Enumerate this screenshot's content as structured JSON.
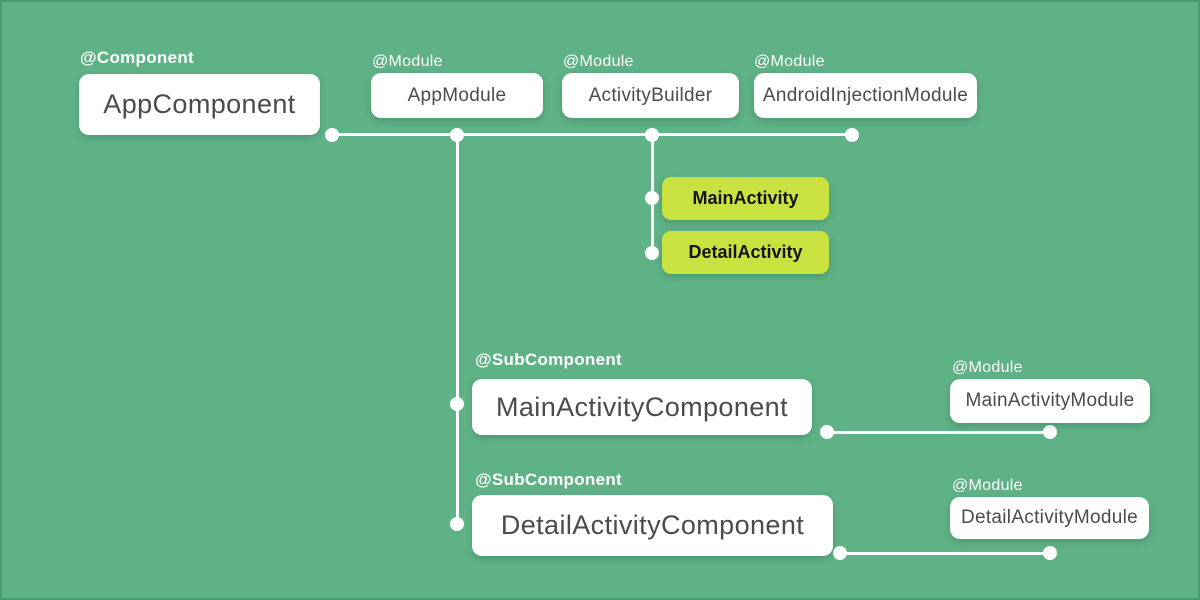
{
  "canvas": {
    "background_color": "#5fb286",
    "border_color": "#4c9a71",
    "line_color": "#ffffff"
  },
  "colors": {
    "node_box_bg": "#ffffff",
    "node_text": "#4b4b4b",
    "activity_box_bg": "#c9e23f",
    "activity_text": "#141414",
    "annotation_text": "#ffffff"
  },
  "nodes": [
    {
      "annotation": "@Component",
      "label": "AppComponent"
    },
    {
      "annotation": "@Module",
      "label": "AppModule"
    },
    {
      "annotation": "@Module",
      "label": "ActivityBuilder"
    },
    {
      "annotation": "@Module",
      "label": "AndroidInjectionModule"
    },
    {
      "label": "MainActivity"
    },
    {
      "label": "DetailActivity"
    },
    {
      "annotation": "@SubComponent",
      "label": "MainActivityComponent"
    },
    {
      "annotation": "@Module",
      "label": "MainActivityModule"
    },
    {
      "annotation": "@SubComponent",
      "label": "DetailActivityComponent"
    },
    {
      "annotation": "@Module",
      "label": "DetailActivityModule"
    }
  ]
}
